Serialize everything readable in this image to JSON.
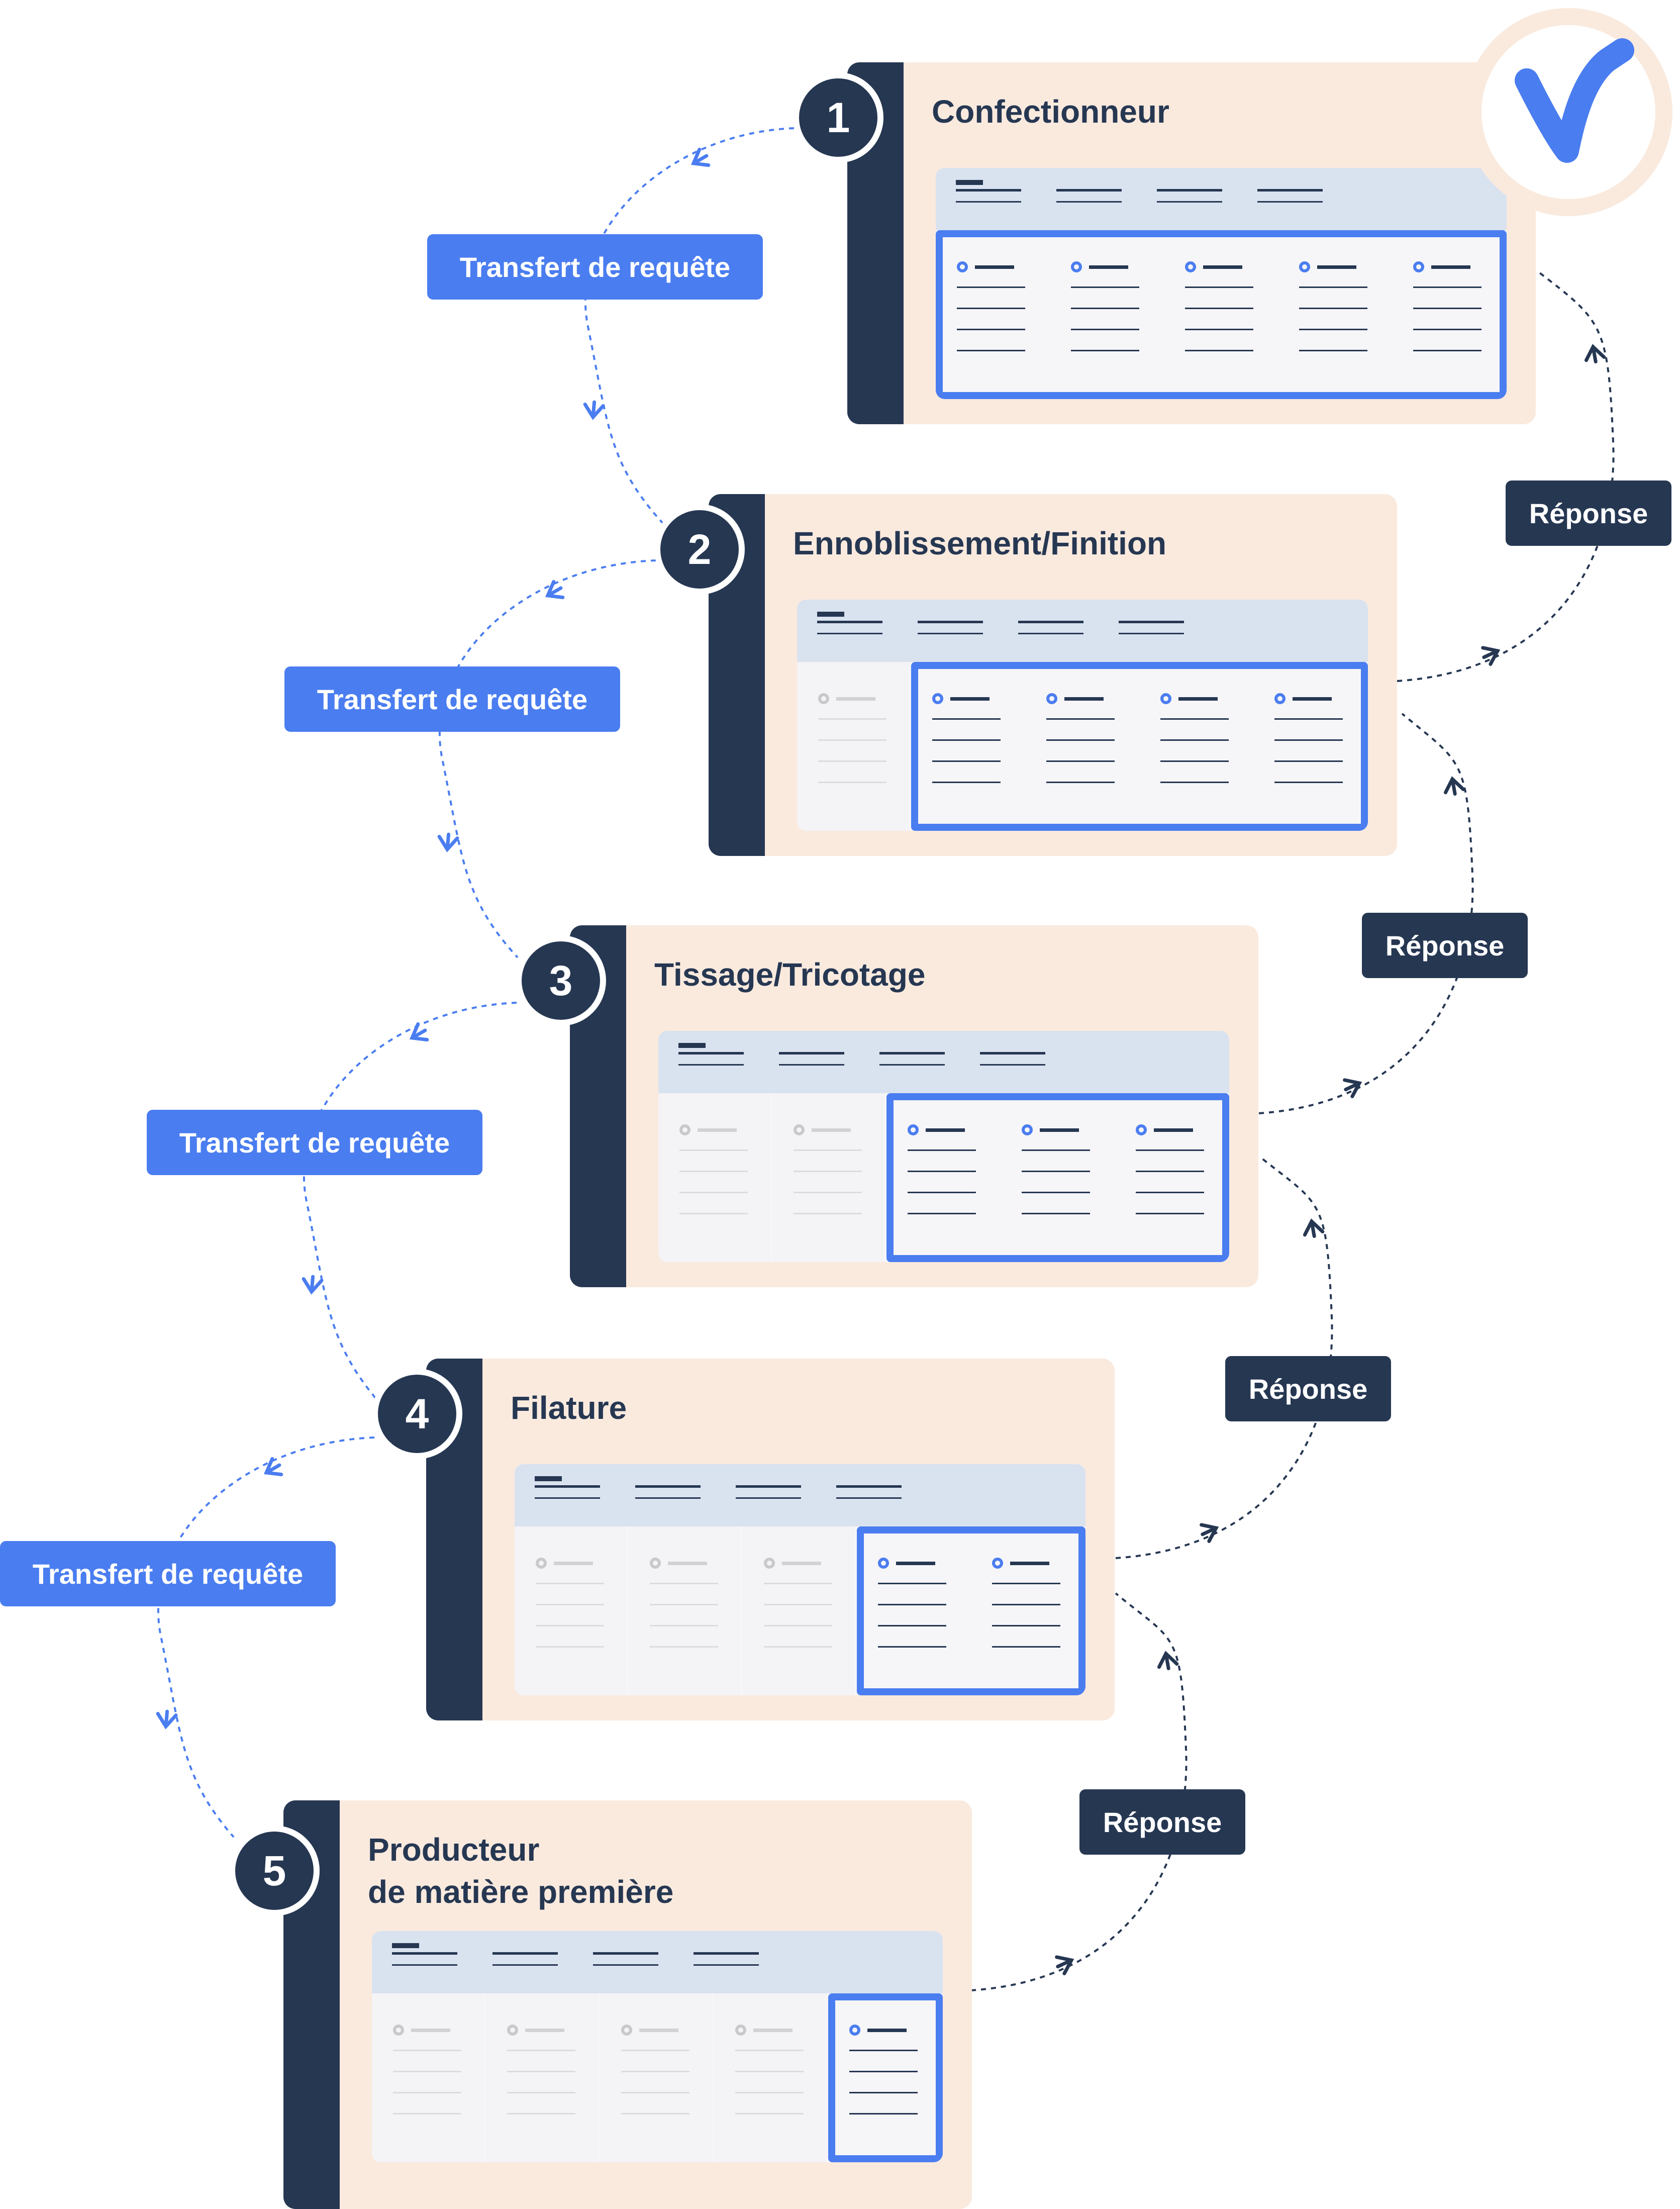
{
  "steps": [
    {
      "number": "1",
      "title": "Confectionneur",
      "inactive_columns": 0,
      "active_columns": 5
    },
    {
      "number": "2",
      "title": "Ennoblissement/Finition",
      "inactive_columns": 1,
      "active_columns": 4
    },
    {
      "number": "3",
      "title": "Tissage/Tricotage",
      "inactive_columns": 2,
      "active_columns": 3
    },
    {
      "number": "4",
      "title": "Filature",
      "inactive_columns": 3,
      "active_columns": 2
    },
    {
      "number": "5",
      "title": "Producteur\nde matière première",
      "inactive_columns": 4,
      "active_columns": 1
    }
  ],
  "request_labels": [
    "Transfert de requête",
    "Transfert de requête",
    "Transfert de requête",
    "Transfert de requête"
  ],
  "response_labels": [
    "Réponse",
    "Réponse",
    "Réponse",
    "Réponse"
  ],
  "colors": {
    "navy": "#263752",
    "blue_accent": "#4a7df0",
    "card_background": "#faeade",
    "table_header": "#d9e2ef",
    "logo_ring": "#faeade"
  },
  "icons": {
    "logo": "checkmark-logo-icon",
    "request_arrow": "arrow-down-icon",
    "response_arrow": "arrow-up-icon"
  }
}
